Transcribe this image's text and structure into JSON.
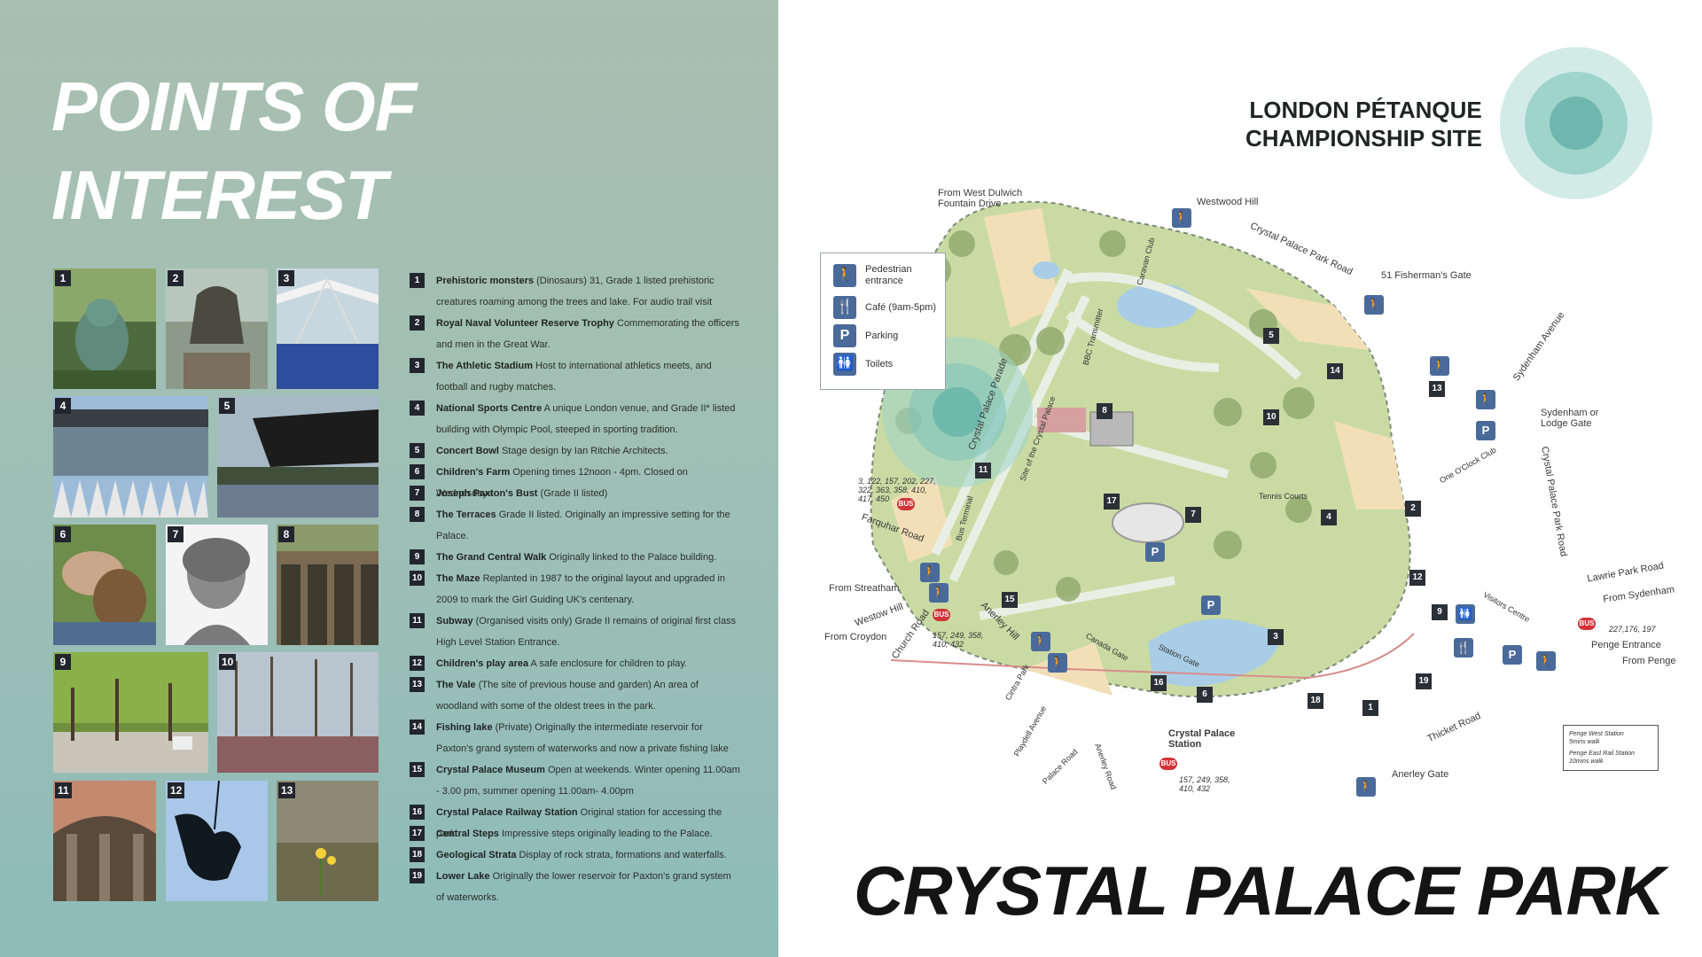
{
  "heading": {
    "line1": "POINTS OF",
    "line2": "INTEREST"
  },
  "photos": [
    "1",
    "2",
    "3",
    "4",
    "5",
    "6",
    "7",
    "8",
    "9",
    "10",
    "11",
    "12",
    "13"
  ],
  "points": [
    {
      "n": "1",
      "title": "Prehistoric monsters",
      "desc": " (Dinosaurs) 31, Grade 1 listed prehistoric creatures roaming among the trees and lake. For audio trail visit"
    },
    {
      "n": "2",
      "title": "Royal Naval Volunteer Reserve Trophy",
      "desc": " Commemorating the officers and men in the Great War."
    },
    {
      "n": "3",
      "title": "The Athletic Stadium",
      "desc": "  Host to international athletics meets, and football and rugby matches."
    },
    {
      "n": "4",
      "title": "National Sports Centre",
      "desc": " A unique London venue, and Grade II* listed building with Olympic Pool, steeped in sporting tradition."
    },
    {
      "n": "5",
      "title": "Concert Bowl",
      "desc": " Stage design by Ian Ritchie Architects."
    },
    {
      "n": "6",
      "title": "Children's Farm",
      "desc": " Opening times 12noon - 4pm. Closed on Wednesdays"
    },
    {
      "n": "7",
      "title": "Joseph Paxton's Bust",
      "desc": " (Grade II listed)"
    },
    {
      "n": "8",
      "title": "The Terraces",
      "desc": " Grade II listed. Originally an impressive setting for the Palace."
    },
    {
      "n": "9",
      "title": " The Grand Central Walk",
      "desc": " Originally linked to the Palace building."
    },
    {
      "n": "10",
      "title": " The Maze",
      "desc": " Replanted in 1987 to the original layout and upgraded in 2009 to mark the Girl Guiding UK's centenary."
    },
    {
      "n": "11",
      "title": "Subway",
      "desc": " (Organised visits only) Grade II remains of original first class High Level Station Entrance."
    },
    {
      "n": "12",
      "title": "Children's play area",
      "desc": " A safe enclosure for children to play."
    },
    {
      "n": "13",
      "title": "The Vale",
      "desc": " (The site of previous house and garden) An area of woodland with some of the oldest trees in the park."
    },
    {
      "n": "14",
      "title": "Fishing lake",
      "desc": " (Private) Originally the intermediate reservoir for Paxton's grand system of waterworks and now a private fishing lake"
    },
    {
      "n": "15",
      "title": "Crystal Palace Museum",
      "desc": " Open at weekends. Winter opening 11.00am - 3.00 pm, summer opening 11.00am- 4.00pm"
    },
    {
      "n": "16",
      "title": "Crystal Palace Railway Station",
      "desc": " Original station for accessing the park."
    },
    {
      "n": "17",
      "title": "Central Steps",
      "desc": " Impressive steps originally leading to the Palace."
    },
    {
      "n": "18",
      "title": "Geological Strata",
      "desc": " Display of rock strata, formations and waterfalls."
    },
    {
      "n": "19",
      "title": "Lower Lake",
      "desc": " Originally the lower reservoir for Paxton's grand system of waterworks."
    }
  ],
  "site_label": {
    "line1": "LONDON PÉTANQUE",
    "line2": "CHAMPIONSHIP SITE"
  },
  "park_title": "CRYSTAL PALACE PARK",
  "legend": [
    {
      "icon": "🚶",
      "label": "Pedestrian entrance"
    },
    {
      "icon": "🍴",
      "label": "Café (9am-5pm)"
    },
    {
      "icon": "P",
      "label": "Parking"
    },
    {
      "icon": "🚻",
      "label": "Toilets"
    }
  ],
  "map_labels": {
    "west_dulwich": "From West Dulwich Fountain Drive",
    "westwood_hill": "Westwood Hill",
    "cp_park_road_n": "Crystal Palace Park Road",
    "fishermans_gate": "51 Fisherman's Gate",
    "sydenham_avenue": "Sydenham Avenue",
    "sydenham_gate": "Sydenham or Lodge Gate",
    "cp_park_road_e": "Crystal Palace Park Road",
    "lawrie_park": "Lawrie Park Road",
    "from_sydenham": "From Sydenham",
    "bus_east": "227,176, 197",
    "penge_entrance": "Penge Entrance",
    "from_penge": "From Penge",
    "thicket_road": "Thicket Road",
    "anerley_gate": "Anerley Gate",
    "bus_north_west": "3, 122, 157, 202, 227, 322, 363, 358, 410, 417, 450",
    "farquhar_road": "Farquhar Road",
    "cp_parade": "Crystal Palace Parade",
    "bus_terminal": "Bus Terminal",
    "from_streatham": "From Streatham",
    "westow_hill": "Westow Hill",
    "from_croydon": "From Croydon",
    "church_road": "Church Road",
    "bus_south_west": "157, 249, 358, 410, 432",
    "anerley_hill": "Anerley Hill",
    "cintra_park": "Cintra Park",
    "canada_gate": "Canada Gate",
    "station_gate": "Station Gate",
    "station_name": "Crystal Palace Station",
    "bus_station": "157, 249, 358, 410, 432",
    "playdell_avenue": "Playdell Avenue",
    "palace_road": "Palace Road",
    "anerley_road": "Anerley Road",
    "caravan_club": "Caravan Club",
    "bbc_transmitter": "BBC Transmitter",
    "site_of_palace": "Site of the Crystal Palace",
    "tennis_courts": "Tennis Courts",
    "one_oclock_club": "One O'Clock Club",
    "visitors_centre": "Visitors Centre",
    "penge_box_1": "Penge West Station 5mins walk",
    "penge_box_2": "Penge East Rail Station 10mins walk",
    "bus": "BUS"
  },
  "colors": {
    "panel": "#9ebfb6",
    "park": "#c9dba3",
    "water": "#a9cde6",
    "target": "#7cc2ba",
    "icon_blue": "#4a6a9a"
  }
}
